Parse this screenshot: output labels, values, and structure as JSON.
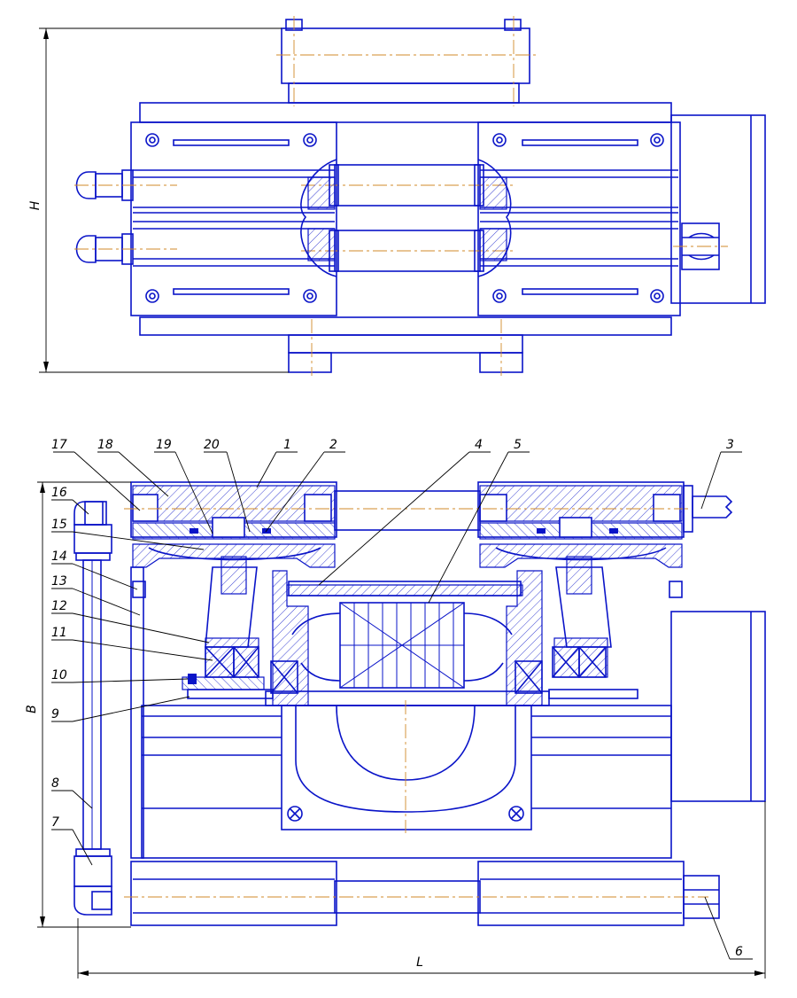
{
  "dimensions": {
    "height": "H",
    "width_b": "B",
    "length": "L"
  },
  "callouts": [
    "1",
    "2",
    "3",
    "4",
    "5",
    "6",
    "7",
    "8",
    "9",
    "10",
    "11",
    "12",
    "13",
    "14",
    "15",
    "16",
    "17",
    "18",
    "19",
    "20"
  ],
  "colors": {
    "outline": "#0a14c8",
    "axis": "#d08a2a",
    "leaders": "#000000"
  }
}
